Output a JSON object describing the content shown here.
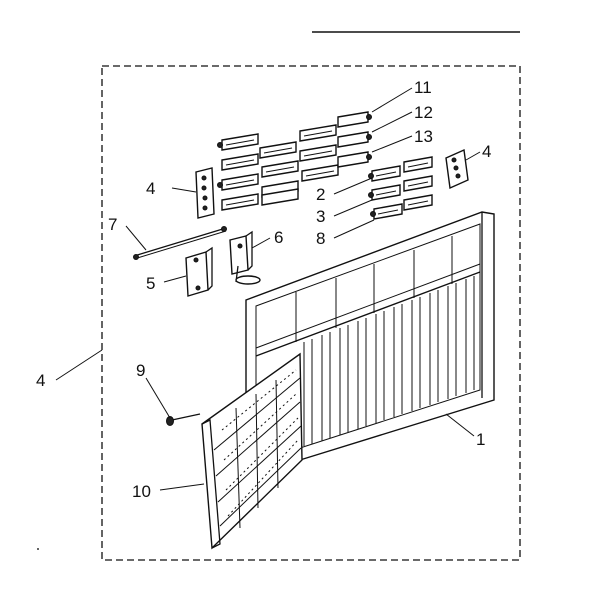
{
  "diagram": {
    "callouts": {
      "c11": "11",
      "c12": "12",
      "c13": "13",
      "c4_top_right": "4",
      "c4_top_left": "4",
      "c2": "2",
      "c7": "7",
      "c6": "6",
      "c3": "3",
      "c8": "8",
      "c5": "5",
      "c4_left": "4",
      "c9": "9",
      "c1": "1",
      "c10": "10"
    }
  }
}
